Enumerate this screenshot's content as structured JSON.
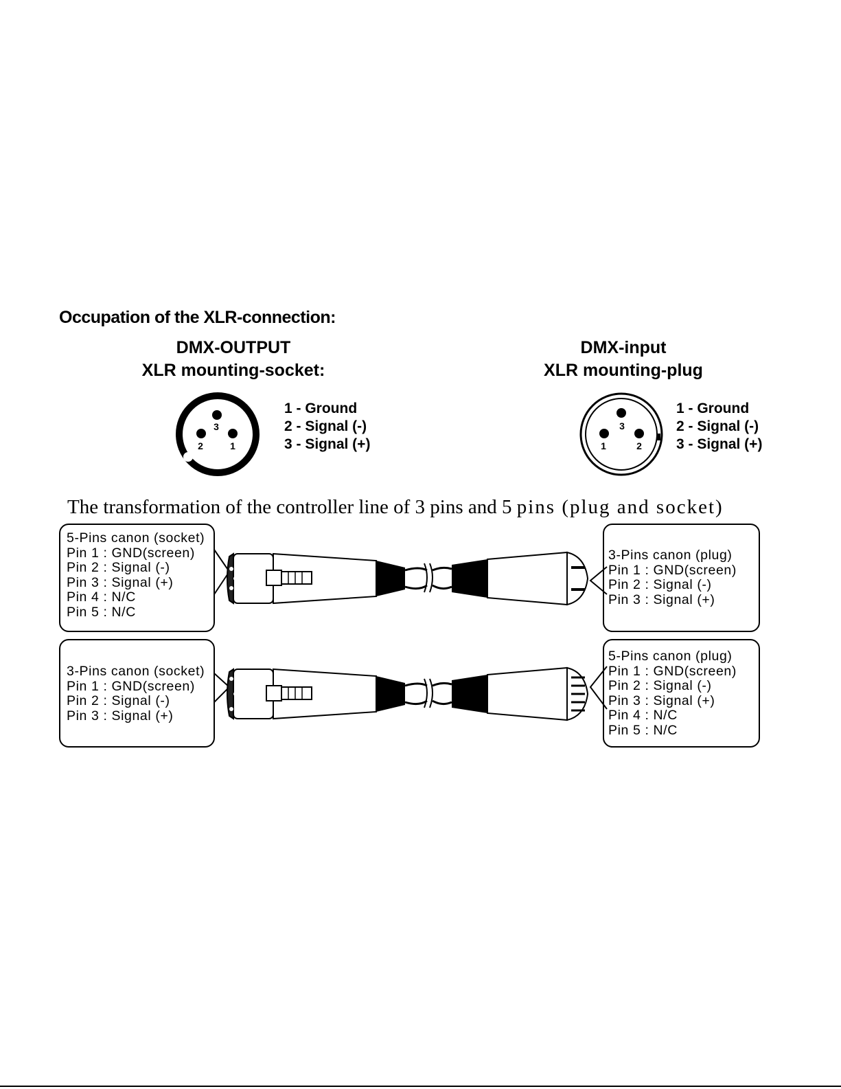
{
  "section_title": "Occupation of the XLR-connection:",
  "output_connector": {
    "heading_line1": "DMX-OUTPUT",
    "heading_line2": "XLR mounting-socket:",
    "pin_numbers": [
      "3",
      "2",
      "1"
    ],
    "pins": [
      "1 - Ground",
      "2 - Signal (-)",
      "3 - Signal (+)"
    ]
  },
  "input_connector": {
    "heading_line1": "DMX-input",
    "heading_line2": "XLR mounting-plug",
    "pin_numbers": [
      "3",
      "1",
      "2"
    ],
    "pins": [
      "1 - Ground",
      "2 - Signal (-)",
      "3 - Signal (+)"
    ]
  },
  "caption": {
    "part1": "The transformation of the controller line of 3 pins and 5 ",
    "part2": "pins (plug and socket)"
  },
  "cable_1": {
    "left_box": [
      "5-Pins canon (socket)",
      "Pin 1 : GND(screen)",
      "Pin 2 : Signal (-)",
      "Pin 3 : Signal (+)",
      "Pin 4 : N/C",
      "Pin 5 : N/C"
    ],
    "right_box": [
      "3-Pins canon (plug)",
      "Pin 1 : GND(screen)",
      "Pin 2 : Signal (-)",
      "Pin 3 : Signal (+)"
    ]
  },
  "cable_2": {
    "left_box": [
      "3-Pins canon (socket)",
      "Pin 1 : GND(screen)",
      "Pin 2 : Signal (-)",
      "Pin 3 : Signal (+)"
    ],
    "right_box": [
      "5-Pins canon (plug)",
      "Pin 1 : GND(screen)",
      "Pin 2 : Signal (-)",
      "Pin 3 : Signal (+)",
      "Pin 4 : N/C",
      "Pin 5 : N/C"
    ]
  }
}
